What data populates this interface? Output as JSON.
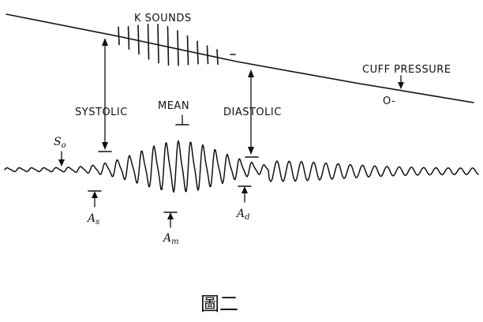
{
  "labels": {
    "k_sounds": "K SOUNDS",
    "cuff_pressure": "CUFF PRESSURE",
    "zero_mark": "O-",
    "systolic": "SYSTOLIC",
    "mean": "MEAN",
    "diastolic": "DIASTOLIC",
    "s0_main": "S",
    "s0_sub": "o",
    "as_main": "A",
    "as_sub": "s",
    "am_main": "A",
    "am_sub": "m",
    "ad_main": "A",
    "ad_sub": "d"
  },
  "caption": "圖二"
}
